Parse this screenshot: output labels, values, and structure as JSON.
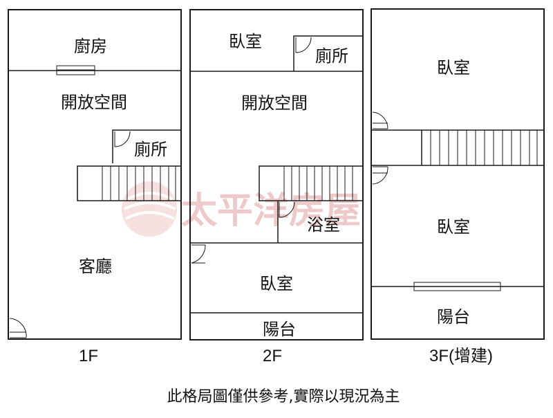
{
  "floors": [
    {
      "label": "1F",
      "rooms": {
        "kitchen": "廚房",
        "open_space": "開放空間",
        "toilet": "廁所",
        "living": "客廳"
      }
    },
    {
      "label": "2F",
      "rooms": {
        "bedroom_top": "臥室",
        "toilet": "廁所",
        "open_space": "開放空間",
        "bath": "浴室",
        "bedroom_bottom": "臥室",
        "balcony": "陽台"
      }
    },
    {
      "label": "3F(增建)",
      "rooms": {
        "bedroom_top": "臥室",
        "bedroom_bottom": "臥室",
        "balcony": "陽台"
      }
    }
  ],
  "watermark": {
    "text": "太平洋房屋",
    "color": "#e8b7b7"
  },
  "footer_note": "此格局圖僅供參考,實際以現況為主"
}
